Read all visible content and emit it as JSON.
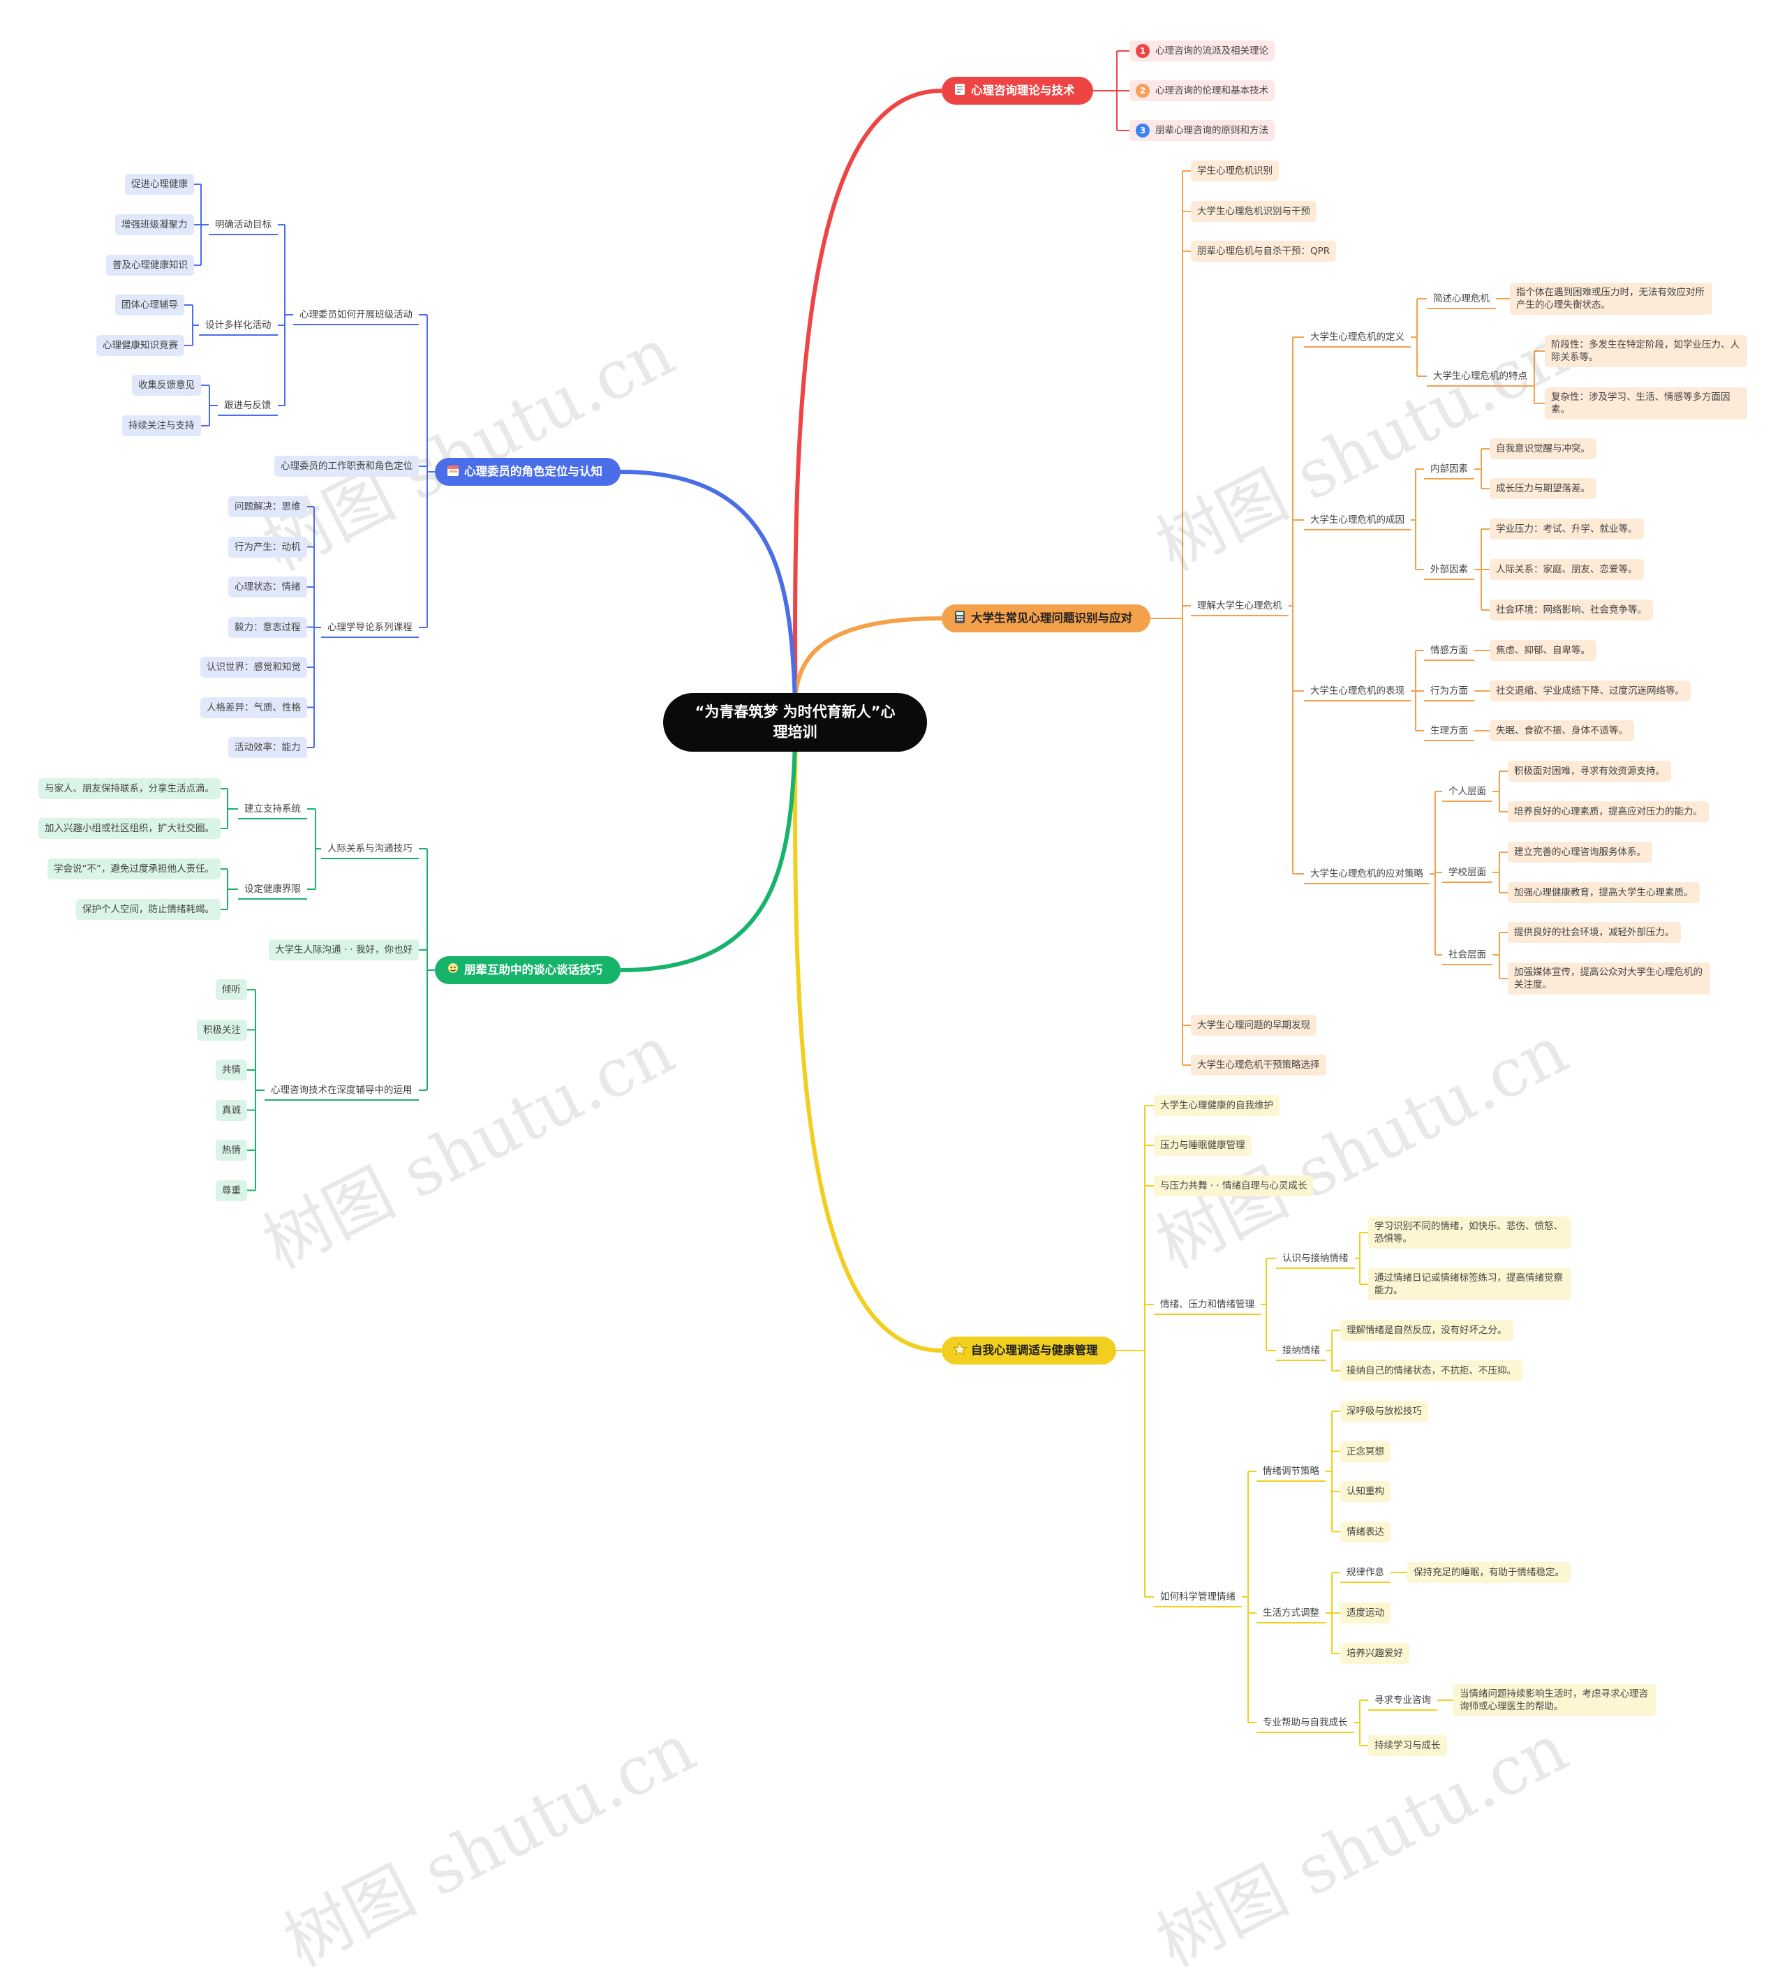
{
  "root": {
    "title": "“为青春筑梦 为时代育新人”心理培训"
  },
  "watermark": "树图 shutu.cn",
  "branches": {
    "b1": {
      "label": "心理咨询理论与技术",
      "color": "#ef4444",
      "light": "#fde8e8",
      "icon": "book-icon",
      "items": [
        {
          "num": "1",
          "num_color": "#ef4444",
          "text": "心理咨询的流派及相关理论"
        },
        {
          "num": "2",
          "num_color": "#f5a05a",
          "text": "心理咨询的伦理和基本技术"
        },
        {
          "num": "3",
          "num_color": "#3b82f6",
          "text": "朋辈心理咨询的原则和方法"
        }
      ]
    },
    "b2": {
      "label": "大学生常见心理问题识别与应对",
      "color": "#f5a04a",
      "light": "#fdebd8",
      "icon": "calculator-icon",
      "n1": "学生心理危机识别",
      "n2": "大学生心理危机识别与干预",
      "n3": "朋辈心理危机与自杀干预：QPR",
      "n4": "理解大学生心理危机",
      "n4a": "大学生心理危机的定义",
      "n4a1": "简述心理危机",
      "n4a1x": "指个体在遇到困难或压力时，无法有效应对所产生的心理失衡状态。",
      "n4a2": "大学生心理危机的特点",
      "n4a2x": "阶段性：多发生在特定阶段，如学业压力、人际关系等。",
      "n4a2y": "复杂性：涉及学习、生活、情感等多方面因素。",
      "n4b": "大学生心理危机的成因",
      "n4b1": "内部因素",
      "n4b1x": "自我意识觉醒与冲突。",
      "n4b1y": "成长压力与期望落差。",
      "n4b2": "外部因素",
      "n4b2x": "学业压力：考试、升学、就业等。",
      "n4b2y": "人际关系：家庭、朋友、恋爱等。",
      "n4b2z": "社会环境：网络影响、社会竞争等。",
      "n4c": "大学生心理危机的表现",
      "n4c1": "情感方面",
      "n4c1x": "焦虑、抑郁、自卑等。",
      "n4c2": "行为方面",
      "n4c2x": "社交退缩、学业成绩下降、过度沉迷网络等。",
      "n4c3": "生理方面",
      "n4c3x": "失眠、食欲不振、身体不适等。",
      "n4d": "大学生心理危机的应对策略",
      "n4d1": "个人层面",
      "n4d1x": "积极面对困难，寻求有效资源支持。",
      "n4d1y": "培养良好的心理素质，提高应对压力的能力。",
      "n4d2": "学校层面",
      "n4d2x": "建立完善的心理咨询服务体系。",
      "n4d2y": "加强心理健康教育，提高大学生心理素质。",
      "n4d3": "社会层面",
      "n4d3x": "提供良好的社会环境，减轻外部压力。",
      "n4d3y": "加强媒体宣传，提高公众对大学生心理危机的关注度。",
      "n5": "大学生心理问题的早期发现",
      "n6": "大学生心理危机干预策略选择"
    },
    "b3": {
      "label": "自我心理调适与健康管理",
      "color": "#f2cf1f",
      "light": "#fdf6d2",
      "icon": "star-icon",
      "n1": "大学生心理健康的自我维护",
      "n2": "压力与睡眠健康管理",
      "n3": "与压力共舞 · · 情绪自理与心灵成长",
      "n4": "情绪、压力和情绪管理",
      "n4a": "认识与接纳情绪",
      "n4a1": "学习识别不同的情绪，如快乐、悲伤、愤怒、恐惧等。",
      "n4a2": "通过情绪日记或情绪标签练习，提高情绪觉察能力。",
      "n4b": "接纳情绪",
      "n4b1": "理解情绪是自然反应，没有好坏之分。",
      "n4b2": "接纳自己的情绪状态，不抗拒、不压抑。",
      "n5": "如何科学管理情绪",
      "n5a": "情绪调节策略",
      "n5a1": "深呼吸与放松技巧",
      "n5a2": "正念冥想",
      "n5a3": "认知重构",
      "n5a4": "情绪表达",
      "n5b": "生活方式调整",
      "n5b1": "规律作息",
      "n5b1x": "保持充足的睡眠，有助于情绪稳定。",
      "n5b2": "适度运动",
      "n5b3": "培养兴趣爱好",
      "n5c": "专业帮助与自我成长",
      "n5c1": "寻求专业咨询",
      "n5c1x": "当情绪问题持续影响生活时，考虑寻求心理咨询师或心理医生的帮助。",
      "n5c2": "持续学习与成长"
    },
    "b4": {
      "label": "心理委员的角色定位与认知",
      "color": "#4a6ee8",
      "light": "#e2e8fb",
      "icon": "calendar-icon",
      "n1": "心理委员如何开展班级活动",
      "n1a": "明确活动目标",
      "n1a1": "促进心理健康",
      "n1a2": "增强班级凝聚力",
      "n1a3": "普及心理健康知识",
      "n1b": "设计多样化活动",
      "n1b1": "团体心理辅导",
      "n1b2": "心理健康知识竞赛",
      "n1c": "跟进与反馈",
      "n1c1": "收集反馈意见",
      "n1c2": "持续关注与支持",
      "n2": "心理委员的工作职责和角色定位",
      "n3": "心理学导论系列课程",
      "n3a": [
        "问题解决：思维",
        "行为产生：动机",
        "心理状态：情绪",
        "毅力：意志过程",
        "认识世界：感觉和知觉",
        "人格差异：气质、性格",
        "活动效率：能力"
      ]
    },
    "b5": {
      "label": "朋辈互助中的谈心谈话技巧",
      "color": "#16b36a",
      "light": "#daf5e7",
      "icon": "chat-icon",
      "n1": "人际关系与沟通技巧",
      "n1a": "建立支持系统",
      "n1a1": "与家人、朋友保持联系，分享生活点滴。",
      "n1a2": "加入兴趣小组或社区组织，扩大社交圈。",
      "n1b": "设定健康界限",
      "n1b1": "学会说“不”，避免过度承担他人责任。",
      "n1b2": "保护个人空间，防止情绪耗竭。",
      "n2": "大学生人际沟通 · · 我好，你也好",
      "n3": "心理咨询技术在深度辅导中的运用",
      "n3a": [
        "倾听",
        "积极关注",
        "共情",
        "真诚",
        "热情",
        "尊重"
      ]
    }
  }
}
